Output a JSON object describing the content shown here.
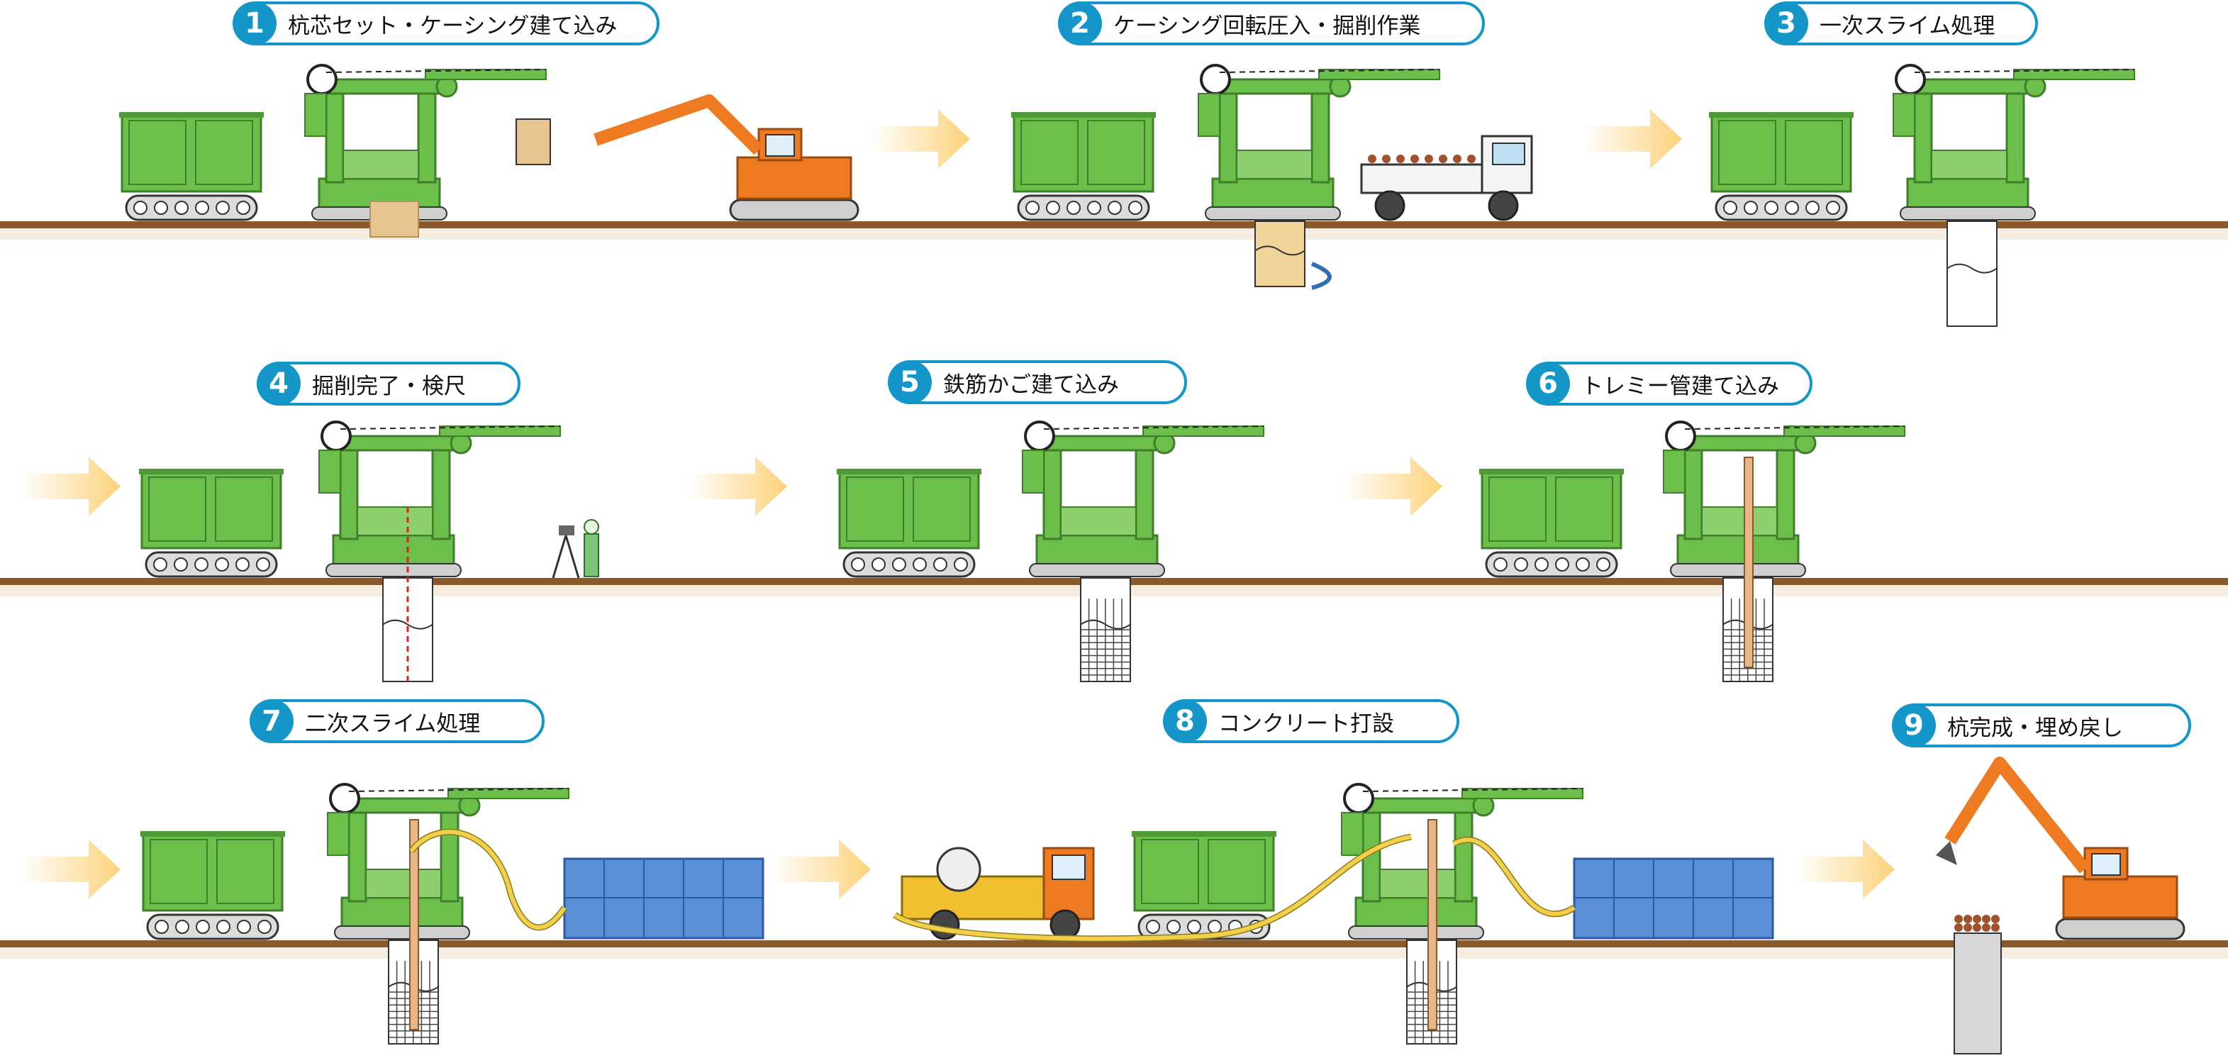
{
  "steps": [
    {
      "num": "1",
      "label": "杭芯セット・ケーシング建て込み"
    },
    {
      "num": "2",
      "label": "ケーシング回転圧入・掘削作業"
    },
    {
      "num": "3",
      "label": "一次スライム処理"
    },
    {
      "num": "4",
      "label": "掘削完了・検尺"
    },
    {
      "num": "5",
      "label": "鉄筋かご建て込み"
    },
    {
      "num": "6",
      "label": "トレミー管建て込み"
    },
    {
      "num": "7",
      "label": "二次スライム処理"
    },
    {
      "num": "8",
      "label": "コンクリート打設"
    },
    {
      "num": "9",
      "label": "杭完成・埋め戻し"
    }
  ],
  "colors": {
    "accent": "#1596c8",
    "machine_green": "#6cbf4a",
    "excavator_orange": "#ee7a22",
    "tank_blue": "#5a8fd6",
    "ground_brown": "#8a5a2b",
    "flow_arrow": "#fdd27a",
    "hose_yellow": "#f2d04a"
  }
}
